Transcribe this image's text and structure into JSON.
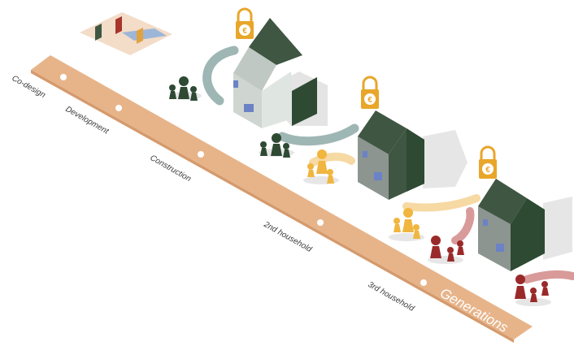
{
  "timeline": {
    "stages": [
      {
        "label": "Co-design"
      },
      {
        "label": "Development"
      },
      {
        "label": "Construction"
      },
      {
        "label": "2nd household"
      },
      {
        "label": "3rd household"
      }
    ],
    "band_label": "Generations"
  },
  "colors": {
    "band": "#e7b48a",
    "house_dark": "#3f5642",
    "house_light": "#d5dbd6",
    "house_grey": "#8c9590",
    "window": "#6b82c6",
    "lock_gold": "#e8a62a",
    "teal_arrow": "#9fb7b4",
    "yellow_people": "#f0b63f",
    "red_people": "#9a2a2a",
    "shadow": "#e6e6e6"
  },
  "icons": {
    "lock": "euro-lock-icon",
    "people": "people-group-icon",
    "house": "house-icon",
    "plan": "floor-plan-icon"
  }
}
